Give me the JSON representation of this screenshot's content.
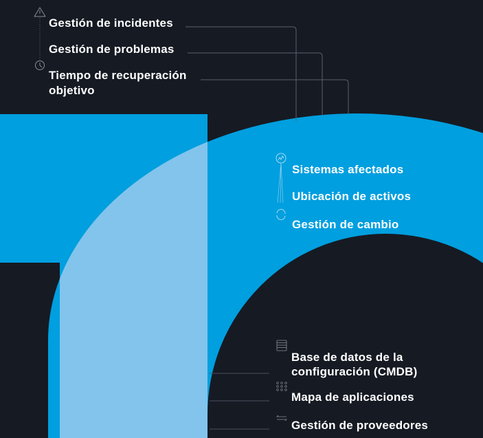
{
  "colors": {
    "background": "#161a23",
    "blue": "#009fdf",
    "light_blue": "#82c4ec",
    "line": "#5a606c"
  },
  "top_group": {
    "icons": [
      "warning-icon",
      "clock-icon"
    ],
    "items": [
      "Gestión de incidentes",
      "Gestión de problemas",
      "Tiempo de recuperación",
      "objetivo"
    ]
  },
  "middle_group": {
    "icons": [
      "pulse-circle-icon",
      "sync-icon"
    ],
    "items": [
      "Sistemas afectados",
      "Ubicación de activos",
      "Gestión de cambio"
    ]
  },
  "bottom_group": {
    "icons": [
      "database-icon",
      "grid-dots-icon",
      "arrows-exchange-icon"
    ],
    "items": [
      "Base de datos de la",
      "configuración (CMDB)",
      "Mapa de aplicaciones",
      "Gestión de proveedores"
    ]
  }
}
